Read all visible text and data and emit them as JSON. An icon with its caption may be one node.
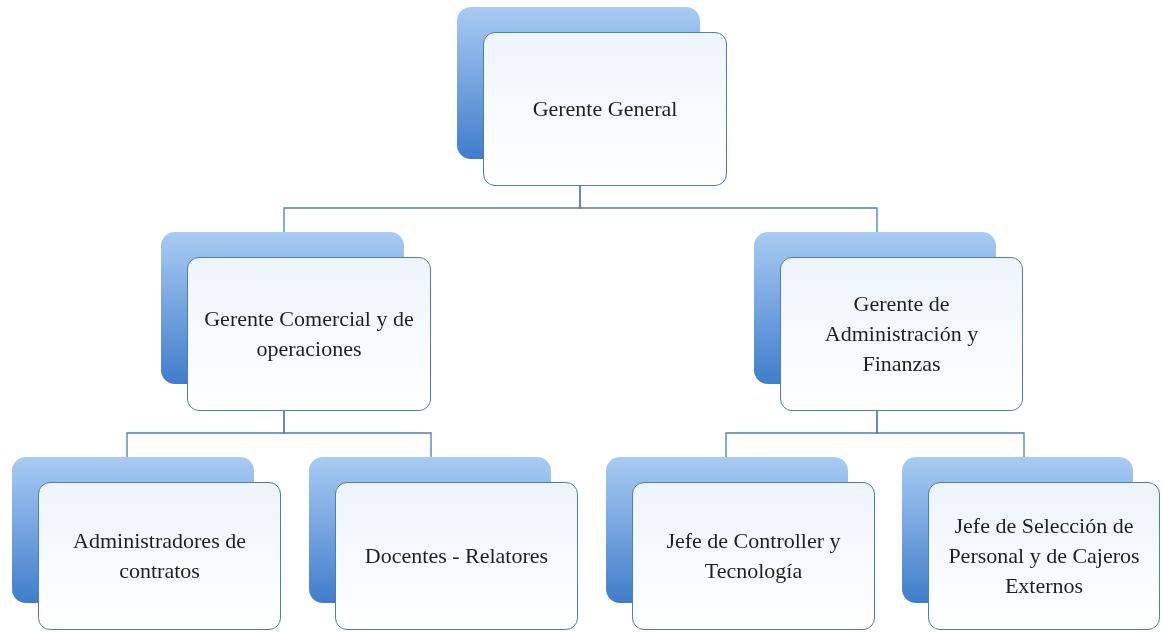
{
  "diagram": {
    "nodes": [
      {
        "text": [
          "Gerente General"
        ]
      },
      {
        "text": [
          "Gerente Comercial y de operaciones"
        ]
      },
      {
        "text": [
          "Gerente de Administración y Finanzas"
        ]
      },
      {
        "text": [
          "Administradores de contratos"
        ]
      },
      {
        "text": [
          "Docentes - Relatores"
        ]
      },
      {
        "text": [
          "Jefe de Controller y Tecnología"
        ]
      },
      {
        "text": [
          "Jefe de Selección de Personal y de Cajeros Externos"
        ]
      }
    ],
    "edges": [
      {
        "from": 0,
        "to": 1,
        "arrow": "none"
      },
      {
        "from": 0,
        "to": 2,
        "arrow": "none"
      },
      {
        "from": 1,
        "to": 3,
        "arrow": "none"
      },
      {
        "from": 1,
        "to": 4,
        "arrow": "none"
      },
      {
        "from": 2,
        "to": 5,
        "arrow": "none"
      },
      {
        "from": 2,
        "to": 6,
        "arrow": "none"
      }
    ]
  }
}
